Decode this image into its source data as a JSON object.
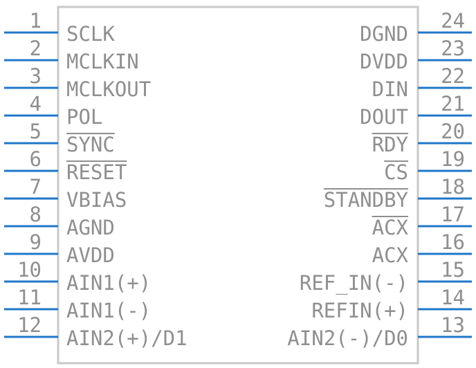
{
  "colors": {
    "body_outline": "#c9c9c9",
    "pin": "#1f77c9",
    "text": "#8f8f8f",
    "overbar": "#8f8f8f"
  },
  "left_pins": [
    {
      "number": "1",
      "label": "SCLK",
      "overbar": ""
    },
    {
      "number": "2",
      "label": "MCLKIN",
      "overbar": ""
    },
    {
      "number": "3",
      "label": "MCLKOUT",
      "overbar": ""
    },
    {
      "number": "4",
      "label": "POL",
      "overbar": ""
    },
    {
      "number": "5",
      "label": "SYNC",
      "overbar": "all"
    },
    {
      "number": "6",
      "label": "RESET",
      "overbar": "all"
    },
    {
      "number": "7",
      "label": "VBIAS",
      "overbar": ""
    },
    {
      "number": "8",
      "label": "AGND",
      "overbar": ""
    },
    {
      "number": "9",
      "label": "AVDD",
      "overbar": ""
    },
    {
      "number": "10",
      "label": "AIN1(+)",
      "overbar": ""
    },
    {
      "number": "11",
      "label": "AIN1(-)",
      "overbar": ""
    },
    {
      "number": "12",
      "label": "AIN2(+)/D1",
      "overbar": ""
    }
  ],
  "right_pins": [
    {
      "number": "24",
      "label": "DGND",
      "overbar": ""
    },
    {
      "number": "23",
      "label": "DVDD",
      "overbar": ""
    },
    {
      "number": "22",
      "label": "DIN",
      "overbar": ""
    },
    {
      "number": "21",
      "label": "DOUT",
      "overbar": ""
    },
    {
      "number": "20",
      "label": "RDY",
      "overbar": "all"
    },
    {
      "number": "19",
      "label": "CS",
      "overbar": "all"
    },
    {
      "number": "18",
      "label": "STANDBY",
      "overbar": "all"
    },
    {
      "number": "17",
      "label": "ACX",
      "overbar": "all"
    },
    {
      "number": "16",
      "label": "ACX",
      "overbar": ""
    },
    {
      "number": "15",
      "label": "REF_IN(-)",
      "overbar": ""
    },
    {
      "number": "14",
      "label": "REFIN(+)",
      "overbar": ""
    },
    {
      "number": "13",
      "label": "AIN2(-)/D0",
      "overbar": ""
    }
  ]
}
